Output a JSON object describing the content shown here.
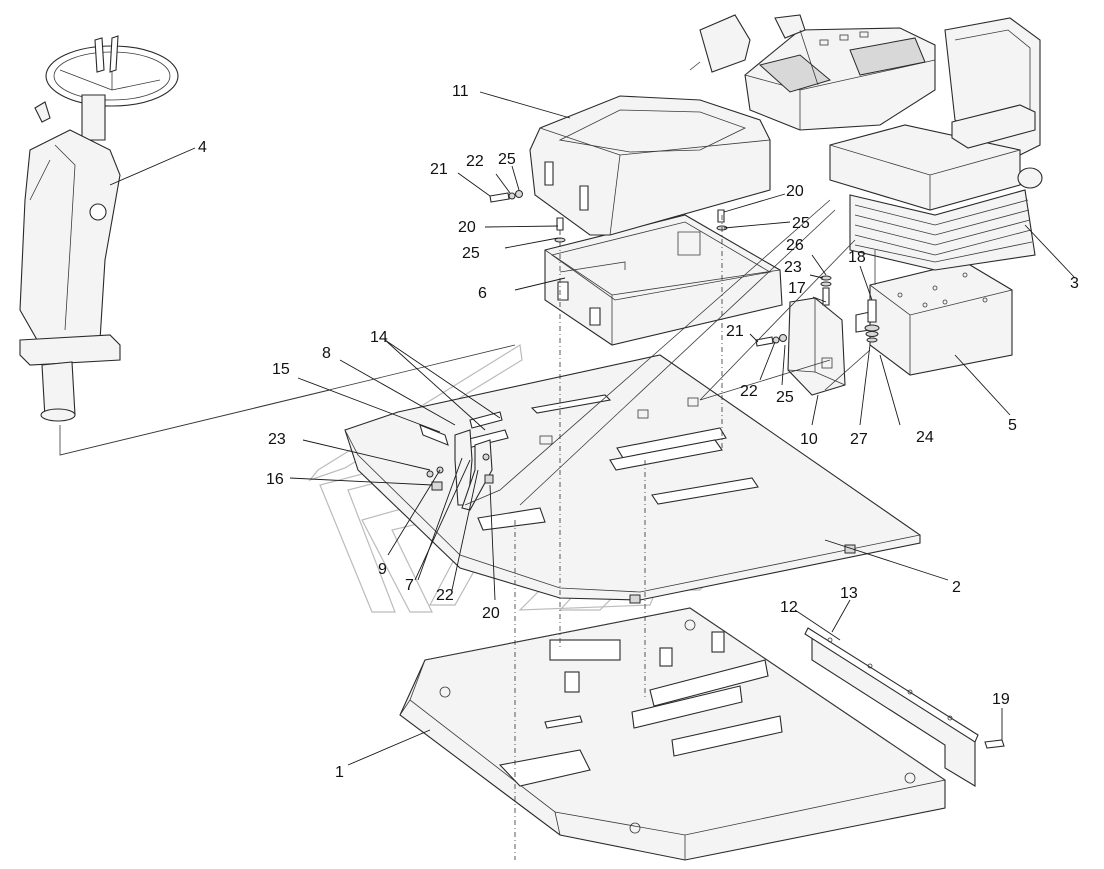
{
  "callouts": [
    {
      "id": "c1",
      "text": "1"
    },
    {
      "id": "c2",
      "text": "2"
    },
    {
      "id": "c3",
      "text": "3"
    },
    {
      "id": "c4",
      "text": "4"
    },
    {
      "id": "c5",
      "text": "5"
    },
    {
      "id": "c6",
      "text": "6"
    },
    {
      "id": "c7",
      "text": "7"
    },
    {
      "id": "c8",
      "text": "8"
    },
    {
      "id": "c9",
      "text": "9"
    },
    {
      "id": "c10",
      "text": "10"
    },
    {
      "id": "c11",
      "text": "11"
    },
    {
      "id": "c12",
      "text": "12"
    },
    {
      "id": "c13",
      "text": "13"
    },
    {
      "id": "c14",
      "text": "14"
    },
    {
      "id": "c15",
      "text": "15"
    },
    {
      "id": "c16",
      "text": "16"
    },
    {
      "id": "c17",
      "text": "17"
    },
    {
      "id": "c18",
      "text": "18"
    },
    {
      "id": "c19",
      "text": "19"
    },
    {
      "id": "c20a",
      "text": "20"
    },
    {
      "id": "c20b",
      "text": "20"
    },
    {
      "id": "c20c",
      "text": "20"
    },
    {
      "id": "c21a",
      "text": "21"
    },
    {
      "id": "c21b",
      "text": "21"
    },
    {
      "id": "c22a",
      "text": "22"
    },
    {
      "id": "c22b",
      "text": "22"
    },
    {
      "id": "c22c",
      "text": "22"
    },
    {
      "id": "c23a",
      "text": "23"
    },
    {
      "id": "c23b",
      "text": "23"
    },
    {
      "id": "c24",
      "text": "24"
    },
    {
      "id": "c25a",
      "text": "25"
    },
    {
      "id": "c25b",
      "text": "25"
    },
    {
      "id": "c25c",
      "text": "25"
    },
    {
      "id": "c25d",
      "text": "25"
    },
    {
      "id": "c26",
      "text": "26"
    },
    {
      "id": "c27",
      "text": "27"
    }
  ]
}
